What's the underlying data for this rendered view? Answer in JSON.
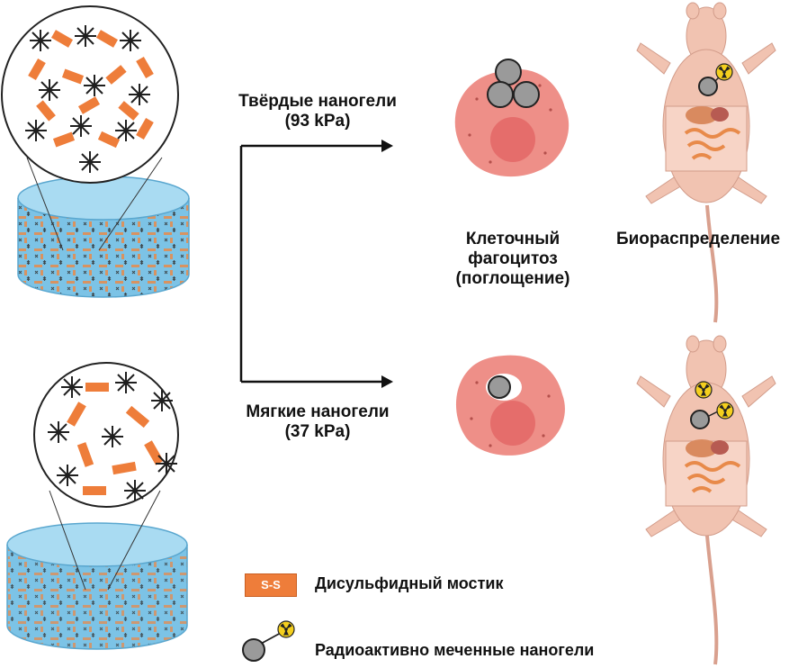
{
  "hard_label": "Твёрдые наногели",
  "hard_modulus": "(93 kPa)",
  "soft_label": "Мягкие наногели",
  "soft_modulus": "(37 kPa)",
  "phago_line1": "Клеточный",
  "phago_line2": "фагоцитоз",
  "phago_line3": "(поглощение)",
  "biodist_label": "Биораспределение",
  "legend": {
    "ss_box": "S-S",
    "disulfide": "Дисульфидный мостик",
    "radiolabeled": "Радиоактивно меченные наногели"
  },
  "colors": {
    "disulfide_orange": "#ee7d3a",
    "gel_blue": "#7cc3e6",
    "cell_pink": "#ee8f88",
    "nucleus": "#e56d6b",
    "mouse_skin": "#f1c3b1",
    "radiation_yellow": "#f4cf1e"
  }
}
